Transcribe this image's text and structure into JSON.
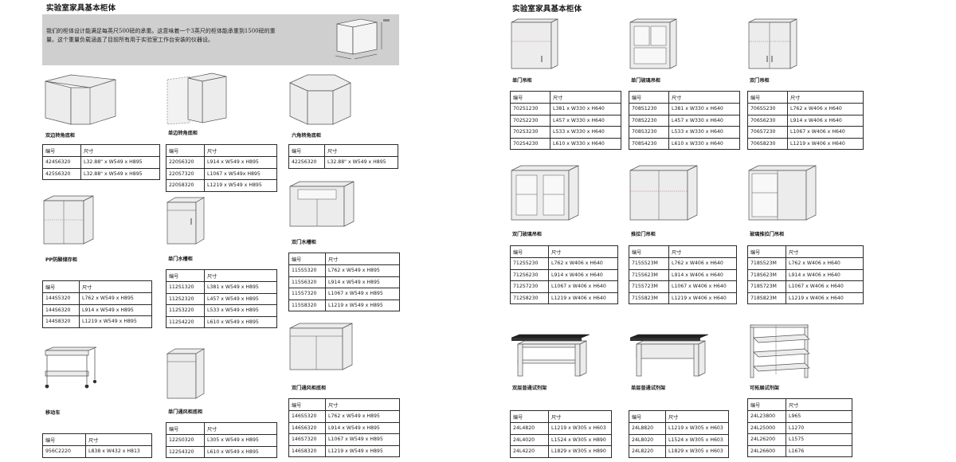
{
  "left_page": {
    "heading": "实验室家具基本柜体",
    "intro_text": "我们的柜体设计能满足每英尺500磅的承重。这意味着一个3英尺的柜体能承重到1500磅的重量。这个重量负载涵盖了目前所有用于实验室工作台安装的仪器设。"
  },
  "right_page": {
    "heading": "实验室家具基本柜体"
  },
  "table_header": {
    "code": "编号",
    "size": "尺寸"
  },
  "products": {
    "double_corner_base": {
      "caption": "双边转角底柜",
      "rows": [
        [
          "424S6320",
          "L32.88\" x W549 x H895"
        ],
        [
          "425S6320",
          "L32.88\" x W549 x H895"
        ]
      ]
    },
    "single_corner_base": {
      "caption": "单边转角底柜",
      "rows": [
        [
          "220S6320",
          "L914 x W549 x H895"
        ],
        [
          "220S7320",
          "L1067 x W549x  H895"
        ],
        [
          "220S8320",
          "L1219 x W549 x H895"
        ]
      ]
    },
    "hex_corner_base": {
      "caption": "六角转角底柜",
      "rows": [
        [
          "422S6320",
          "L32.88\" x W549 x H895"
        ]
      ]
    },
    "pp_acid_storage": {
      "caption": "PP防酸储存柜",
      "rows": [
        [
          "144S5320",
          "L762 x W549 x H895"
        ],
        [
          "144S6320",
          "L914 x W549 x H895"
        ],
        [
          "144S8320",
          "L1219 x W549 x H895"
        ]
      ]
    },
    "single_sink": {
      "caption": "单门水槽柜",
      "rows": [
        [
          "112S1320",
          "L381 x W549 x H895"
        ],
        [
          "112S2320",
          "L457 x W549 x H895"
        ],
        [
          "112S3220",
          "L533 x W549 x H895"
        ],
        [
          "112S4220",
          "L610 x W549 x H895"
        ]
      ]
    },
    "double_sink": {
      "caption": "双门水槽柜",
      "rows": [
        [
          "115S5320",
          "L762 x W549 x H895"
        ],
        [
          "115S6320",
          "L914 x W549 x H895"
        ],
        [
          "115S7320",
          "L1067 x W549 x H895"
        ],
        [
          "115S8320",
          "L1219 x W549 x H895"
        ]
      ]
    },
    "mobile_cart": {
      "caption": "移动车",
      "rows": [
        [
          "956C2220",
          "L838 x W432 x H813"
        ]
      ]
    },
    "single_hood_base": {
      "caption": "单门通风柜底柜",
      "rows": [
        [
          "122S0320",
          "L305 x W549 x H895"
        ],
        [
          "122S4320",
          "L610 x W549 x H895"
        ]
      ]
    },
    "double_hood_base": {
      "caption": "双门通风柜底柜",
      "rows": [
        [
          "146S5320",
          "L762 x W549 x H895"
        ],
        [
          "146S6320",
          "L914 x W549 x H895"
        ],
        [
          "146S7320",
          "L1067 x W549 x H895"
        ],
        [
          "146S8320",
          "L1219 x W549 x H895"
        ]
      ]
    },
    "single_wall": {
      "caption": "单门吊柜",
      "rows": [
        [
          "702S1230",
          "L381 x W330 x H640"
        ],
        [
          "702S2230",
          "L457 x W330 x H640"
        ],
        [
          "702S3230",
          "L533 x W330 x H640"
        ],
        [
          "702S4230",
          "L610 x W330 x H640"
        ]
      ]
    },
    "single_glass_wall": {
      "caption": "单门玻璃吊柜",
      "rows": [
        [
          "708S1230",
          "L381 x W330 x H640"
        ],
        [
          "708S2230",
          "L457 x W330 x H640"
        ],
        [
          "708S3230",
          "L533 x W330 x H640"
        ],
        [
          "708S4230",
          "L610 x W330 x H640"
        ]
      ]
    },
    "double_wall": {
      "caption": "双门吊柜",
      "rows": [
        [
          "706S5230",
          "L762 x W406 x H640"
        ],
        [
          "706S6230",
          "L914 x W406 x H640"
        ],
        [
          "706S7230",
          "L1067 x W406 x H640"
        ],
        [
          "706S8230",
          "L1219 x W406 x H640"
        ]
      ]
    },
    "double_glass_wall": {
      "caption": "双门玻璃吊柜",
      "rows": [
        [
          "712S5230",
          "L762 x W406 x H640"
        ],
        [
          "712S6230",
          "L914 x W406 x H640"
        ],
        [
          "712S7230",
          "L1067 x W406 x H640"
        ],
        [
          "712S8230",
          "L1219 x W406 x H640"
        ]
      ]
    },
    "sliding_wall": {
      "caption": "推拉门吊柜",
      "rows": [
        [
          "715S523M",
          "L762 x W406 x H640"
        ],
        [
          "715S623M",
          "L914 x W406 x H640"
        ],
        [
          "715S723M",
          "L1067 x W406 x H640"
        ],
        [
          "715S823M",
          "L1219 x W406 x H640"
        ]
      ]
    },
    "glass_sliding_wall": {
      "caption": "玻璃推拉门吊柜",
      "rows": [
        [
          "718S523M",
          "L762 x W406 x H640"
        ],
        [
          "718S623M",
          "L914 x W406 x H640"
        ],
        [
          "718S723M",
          "L1067 x W406 x H640"
        ],
        [
          "718S823M",
          "L1219 x W406 x H640"
        ]
      ]
    },
    "double_shelf": {
      "caption": "双层普通试剂架",
      "rows": [
        [
          "24L4820",
          "L1219 x W305 x H603"
        ],
        [
          "24L4020",
          "L1524 x W305 x H890"
        ],
        [
          "24L4220",
          "L1829 x W305 x H890"
        ]
      ]
    },
    "single_shelf": {
      "caption": "单层普通试剂架",
      "rows": [
        [
          "24L8820",
          "L1219 x W305 x H603"
        ],
        [
          "24L8020",
          "L1524 x W305 x H603"
        ],
        [
          "24L8220",
          "L1829 x W305 x H603"
        ]
      ]
    },
    "expandable_shelf": {
      "caption": "可拓展试剂架",
      "rows": [
        [
          "24L23800",
          "L965"
        ],
        [
          "24L25000",
          "L1270"
        ],
        [
          "24L26200",
          "L1575"
        ],
        [
          "24L26600",
          "L1676"
        ]
      ]
    }
  }
}
